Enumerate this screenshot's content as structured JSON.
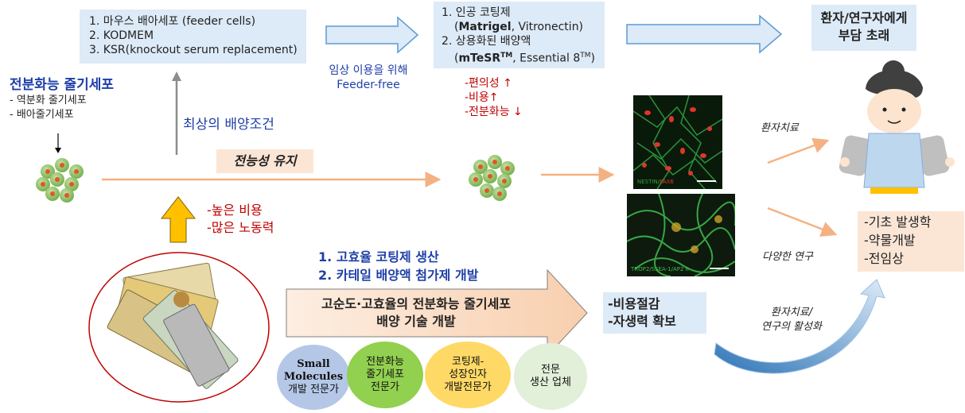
{
  "feeder_box": {
    "items": [
      "1. 마우스 배아세포 (feeder cells)",
      "2. KODMEM",
      "3. KSR(knockout serum replacement)"
    ]
  },
  "feeder_free_box": {
    "item1_label": "1.  인공 코팅제",
    "item1_detail_bold": "Matrigel",
    "item1_detail_rest": ", Vitronectin)",
    "item1_paren_open": "(",
    "item2_label": "2. 상용화된 배양액",
    "item2_detail_paren_open": "(",
    "item2_detail_bold": "mTeSR",
    "item2_detail_tm": "TM",
    "item2_detail_mid": ", Essential 8",
    "item2_detail_tm2": "TM",
    "item2_detail_close": ")"
  },
  "burden_box": {
    "line1": "환자/연구자에게",
    "line2": "부담 초래"
  },
  "clinical_label": {
    "line1": "임상 이용을 위해",
    "line2": "Feeder-free"
  },
  "effects": [
    "-편의성 ↑",
    "-비용↑",
    "-전분화능 ↓"
  ],
  "stem_cell": {
    "title": "전분화능 줄기세포",
    "items": [
      "- 역분화 줄기세포",
      "- 배아줄기세포"
    ]
  },
  "best_condition": "최상의 배양조건",
  "maintain_label": "전능성 유지",
  "cost_issues": [
    "-높은 비용",
    "-많은 노동력"
  ],
  "goals": [
    "1.   고효율 코팅제 생산",
    "2.   카테일 배양액 첨가제 개발"
  ],
  "tech_dev": {
    "line1": "고순도·고효율의 전분화능 줄기세포",
    "line2": "배양 기술 개발"
  },
  "outcomes": [
    "-비용절감",
    "-자생력 확보"
  ],
  "patient_treatment": "환자치료",
  "various_research": "다양한 연구",
  "activation": {
    "line1": "환자치료/",
    "line2": "연구의 활성화"
  },
  "research_fields": [
    "-기초 발생학",
    "-약물개발",
    "-전임상"
  ],
  "micro_labels": {
    "top_a": "NESTIN/",
    "top_b": "PAX6",
    "bottom": "TROP2/SSEA-1/AP2 II"
  },
  "experts": [
    {
      "line1": "Small",
      "line2": "Molecules",
      "line3": "개발 전문가"
    },
    {
      "line1": "전분화능",
      "line2": "줄기세포",
      "line3": "전문가"
    },
    {
      "line1": "코팅제-",
      "line2": "성장인자",
      "line3": "개발전문가"
    },
    {
      "line1": "전문",
      "line2": "생산 업체",
      "line3": ""
    }
  ],
  "colors": {
    "blue_box": "#ddeaf7",
    "peach_box": "#fbe6d6",
    "peach_arrow": "#f4b183",
    "red_text": "#c00000",
    "navy_text": "#1f3fa8",
    "yellow_arrow": "#ffc000",
    "expert1": "#b4c7e7",
    "expert2": "#92d050",
    "expert3": "#ffd966",
    "expert4": "#e2efd9"
  }
}
